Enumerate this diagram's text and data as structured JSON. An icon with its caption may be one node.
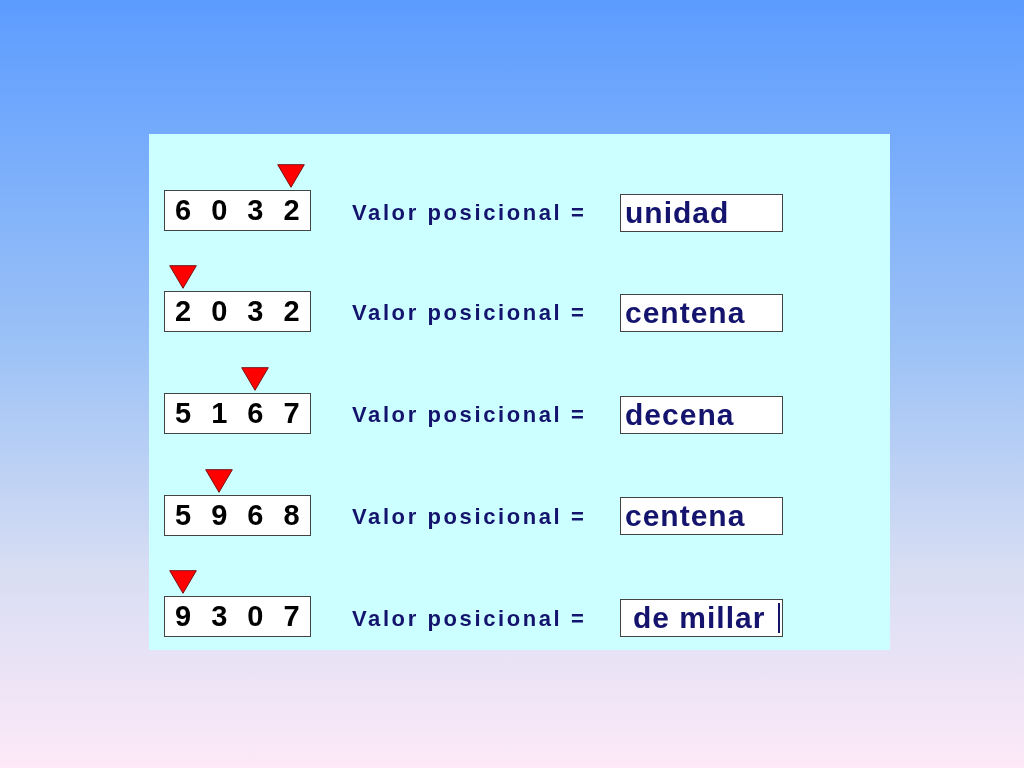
{
  "diagram": {
    "nodes": [
      {
        "text": [
          "6 0 3 2"
        ]
      },
      {
        "text": [
          "unidad"
        ]
      },
      {
        "text": [
          "2 0 3 2"
        ]
      },
      {
        "text": [
          "centena"
        ]
      },
      {
        "text": [
          "5 1 6 7"
        ]
      },
      {
        "text": [
          "decena"
        ]
      },
      {
        "text": [
          "5 9 6 8"
        ]
      },
      {
        "text": [
          "centena"
        ]
      },
      {
        "text": [
          "9 3 0 7"
        ]
      },
      {
        "text": [
          "de millar"
        ]
      }
    ],
    "edges": [],
    "labels": [
      "Valor posicional =",
      "Valor posicional =",
      "Valor posicional =",
      "Valor posicional =",
      "Valor posicional ="
    ]
  }
}
